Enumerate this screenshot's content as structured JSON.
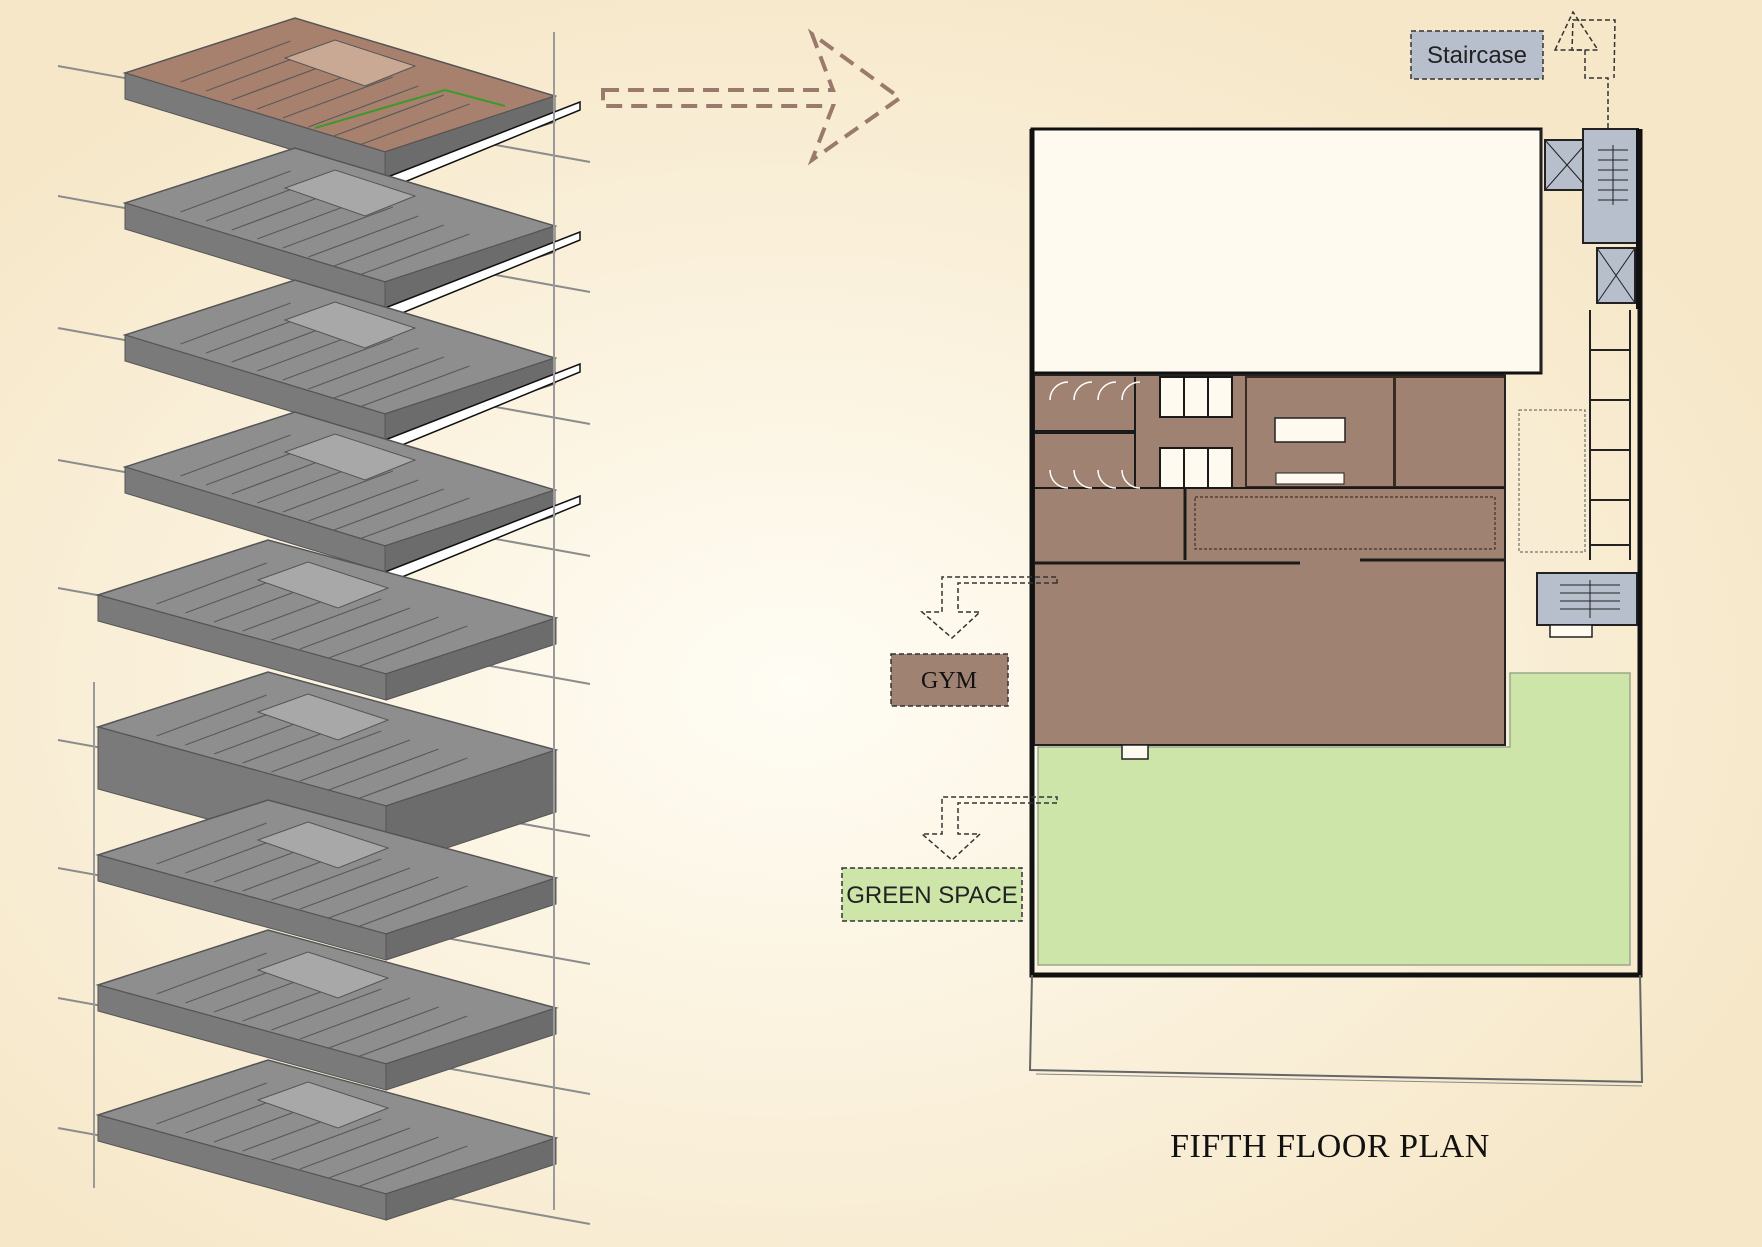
{
  "plan": {
    "title": "FIFTH FLOOR PLAN",
    "labels": {
      "staircase": "Staircase",
      "gym": "GYM",
      "green_space": "GREEN SPACE"
    }
  },
  "colors": {
    "background": "#fbf1dc",
    "gym": "#a08272",
    "green_space": "#cde5a8",
    "staircase": "#b7bfcc",
    "slab": "#8e8e8e",
    "roof_slab": "#a8816e",
    "arrow": "#9a7a6d"
  },
  "exploded_view": {
    "floor_count": 9,
    "top_floor_finish": "terracotta roof with green edge"
  }
}
